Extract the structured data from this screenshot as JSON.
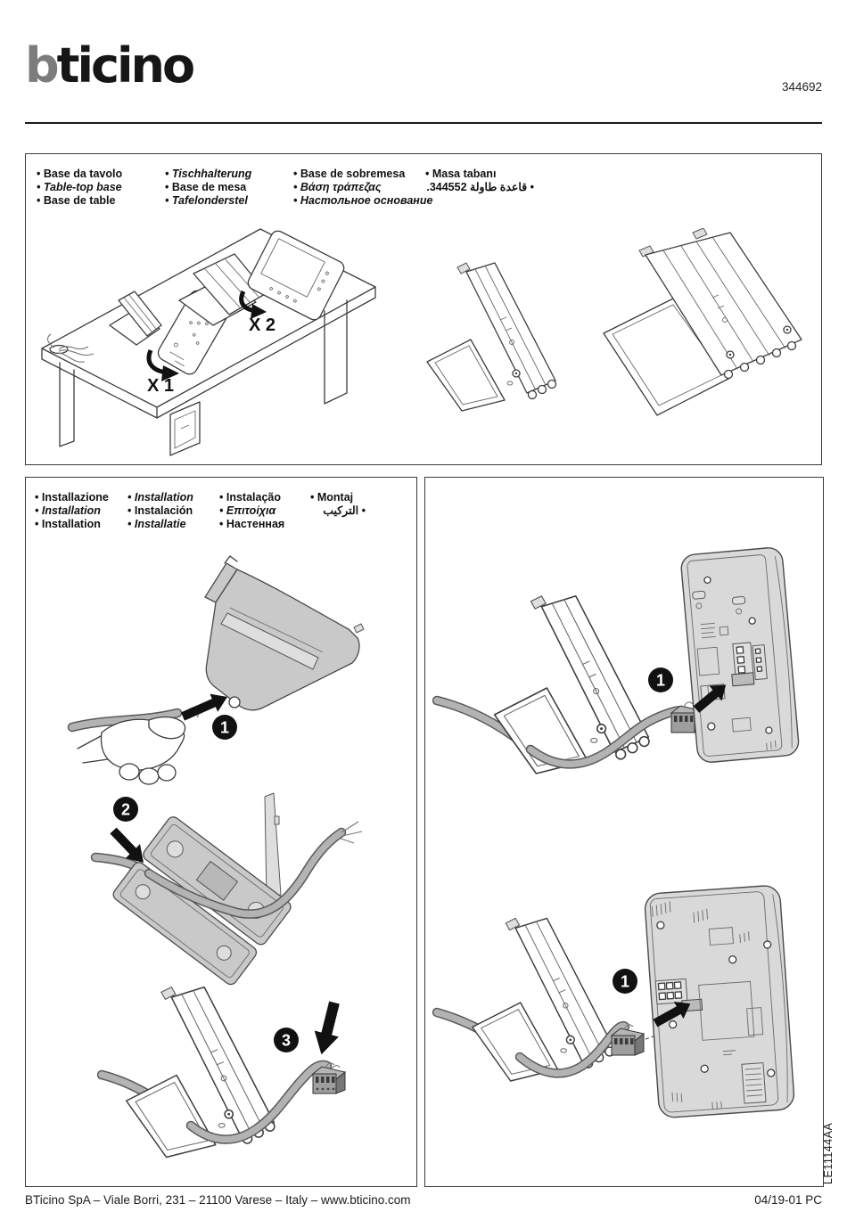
{
  "header": {
    "logo_prefix": "b",
    "logo_rest": "ticino",
    "part_number": "344692"
  },
  "product_section": {
    "columns": [
      {
        "items": [
          "Base da tavolo",
          "Table-top base",
          "Base de table"
        ]
      },
      {
        "items": [
          "Tischhalterung",
          "Base de mesa",
          "Tafelonderstel"
        ]
      },
      {
        "items": [
          "Base de sobremesa",
          "Βάση τράπεζας",
          "Настольное основание"
        ]
      },
      {
        "items": [
          "Masa tabanı",
          "قاعدة طاولة 344552."
        ]
      }
    ],
    "desk_scene": {
      "single_label": "X 1",
      "double_label": "X 2"
    }
  },
  "installation_section": {
    "columns": [
      {
        "items": [
          "Installazione",
          "Installation",
          "Installation"
        ]
      },
      {
        "items": [
          "Installation",
          "Instalación",
          "Installatie"
        ]
      },
      {
        "items": [
          "Instalação",
          "Επιτοίχια",
          "Настенная"
        ]
      },
      {
        "items": [
          "Montaj",
          "التركيب"
        ]
      }
    ],
    "steps": {
      "insert_cable": "1",
      "route_cable": "2",
      "connect_terminal": "3"
    }
  },
  "connection_section": {
    "steps": {
      "handset_unit": "1",
      "monitor_unit": "1"
    }
  },
  "footer": {
    "address": "BTicino SpA – Viale Borri, 231 – 21100 Varese – Italy – www.bticino.com",
    "revision_code": "04/19-01 PC",
    "document_code": "LE11144AA"
  },
  "colors": {
    "ink": "#1a1a1a",
    "logo_b_gray": "#7c7c7c",
    "panel_gray": "#c9c9c9",
    "device_gray": "#d9d9d9",
    "cable_gray": "#b3b3b3"
  }
}
